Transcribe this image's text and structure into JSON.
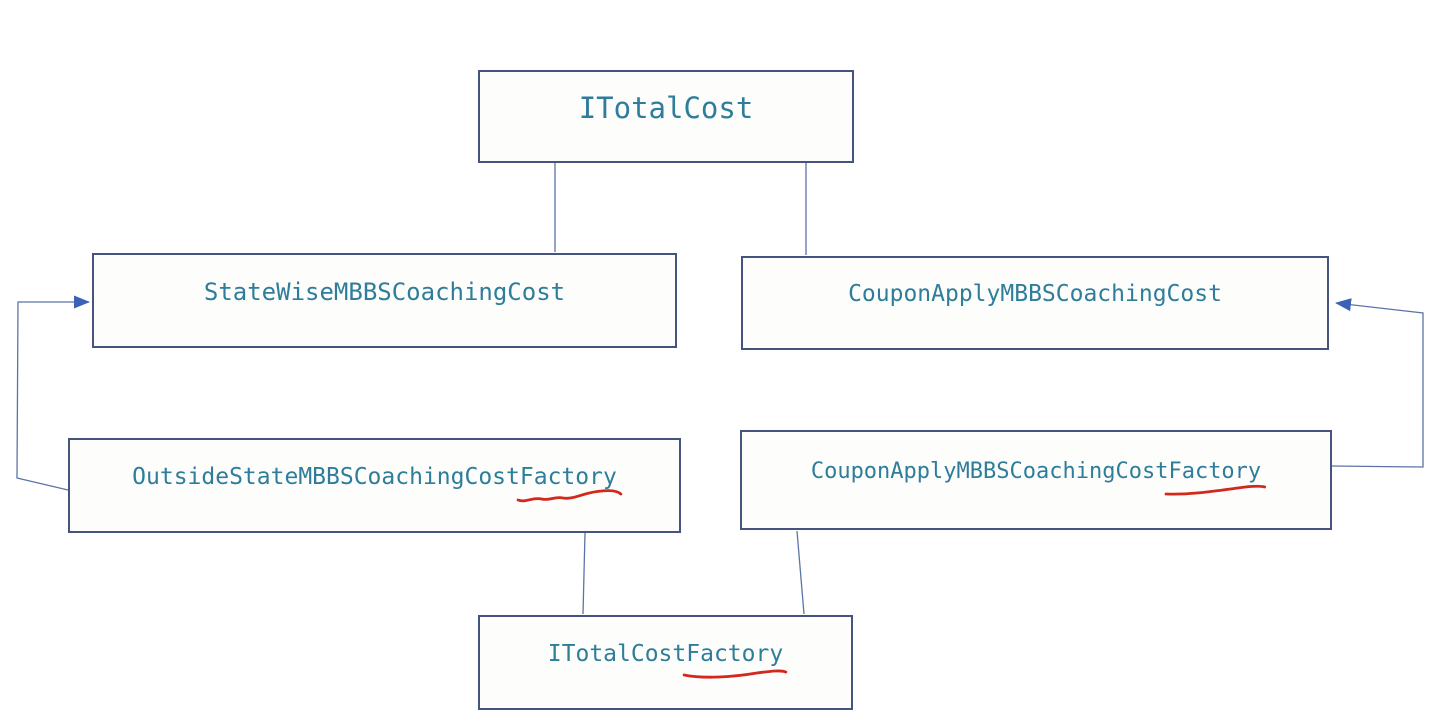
{
  "diagram": {
    "type": "class-factory-diagram",
    "colors": {
      "node_text": "#2E7D9A",
      "node_border": "#45547E",
      "node_fill": "#fdfdfc",
      "connector_line": "#5B74A8",
      "arrowhead_fill": "#3B62B5",
      "annotation_red": "#D2291C",
      "background": "#ffffff"
    },
    "nodes": {
      "itotalcost": {
        "pre": "ITotalCost",
        "marked": ""
      },
      "statewise": {
        "pre": "StateWiseMBBSCoachingCost",
        "marked": ""
      },
      "couponapply": {
        "pre": "CouponApplyMBBSCoachingCost",
        "marked": ""
      },
      "outsidestatefactory": {
        "pre": "OutsideStateMBBSCoachingCost",
        "marked": "Factory"
      },
      "couponapplyfactory": {
        "pre": "CouponApplyMBBSCoachingCost",
        "marked": "Factory"
      },
      "itotalcostfactory": {
        "pre": "ITotalCost",
        "marked": "Factory"
      }
    },
    "edges": [
      {
        "from": "ITotalCost",
        "to": "StateWiseMBBSCoachingCost",
        "style": "plain-line"
      },
      {
        "from": "ITotalCost",
        "to": "CouponApplyMBBSCoachingCost",
        "style": "plain-line"
      },
      {
        "from": "OutsideStateMBBSCoachingCostFactory",
        "to": "StateWiseMBBSCoachingCost",
        "style": "arrow"
      },
      {
        "from": "CouponApplyMBBSCoachingCostFactory",
        "to": "CouponApplyMBBSCoachingCost",
        "style": "arrow"
      },
      {
        "from": "OutsideStateMBBSCoachingCostFactory",
        "to": "ITotalCostFactory",
        "style": "plain-line"
      },
      {
        "from": "CouponApplyMBBSCoachingCostFactory",
        "to": "ITotalCostFactory",
        "style": "plain-line"
      }
    ],
    "annotations": [
      {
        "type": "red-squiggle-underline",
        "under": "Factory",
        "on_nodes": [
          "outsidestatefactory",
          "couponapplyfactory",
          "itotalcostfactory"
        ]
      }
    ]
  }
}
